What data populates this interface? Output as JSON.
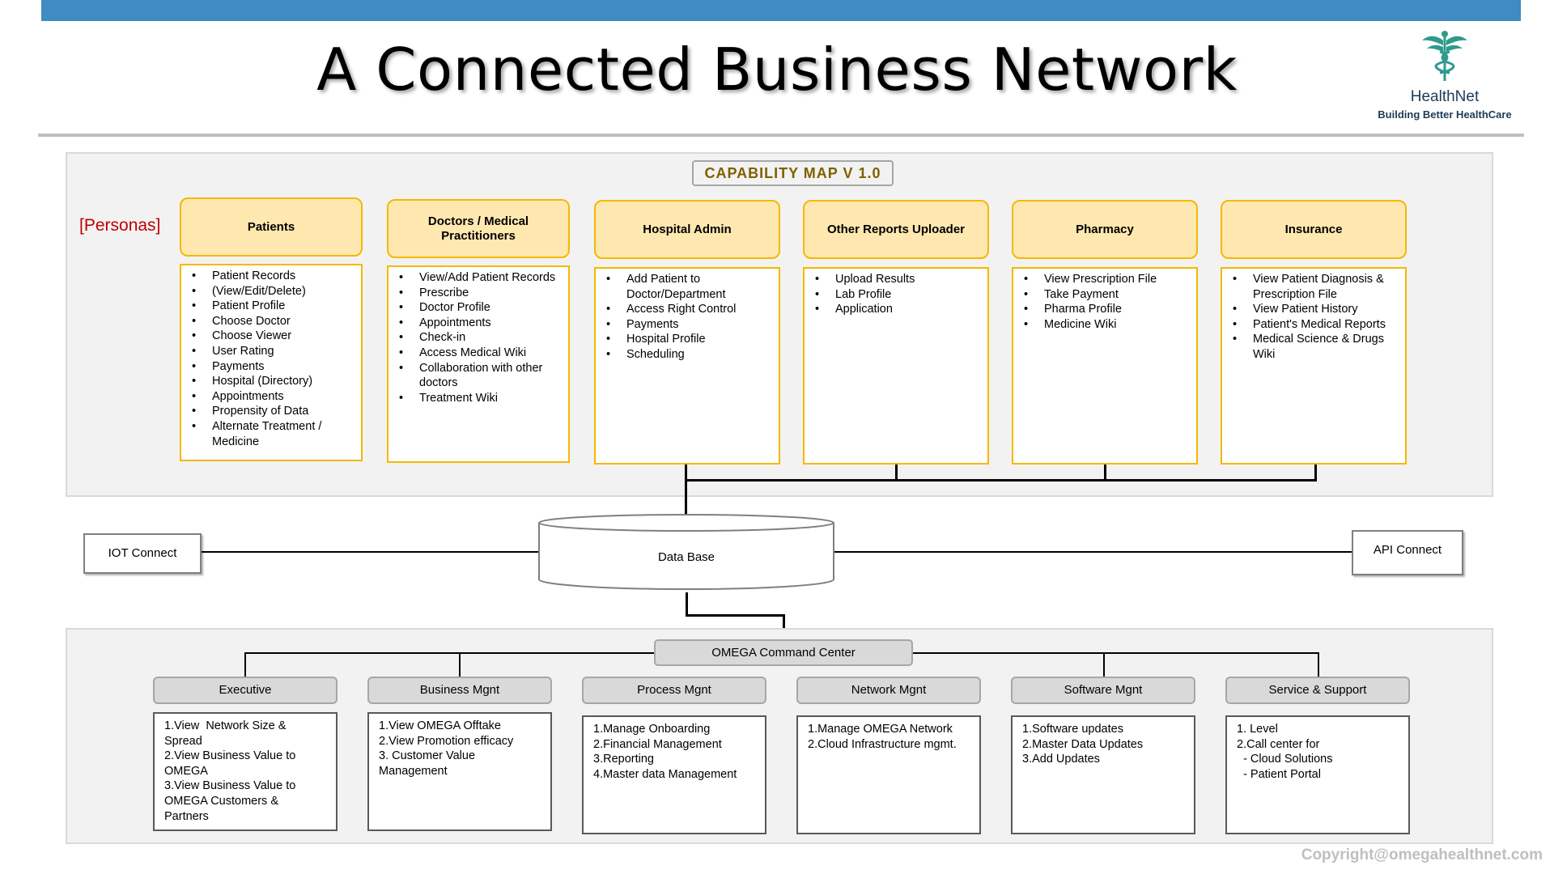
{
  "title": "A Connected Business Network",
  "logo": {
    "name": "HealthNet",
    "tagline": "Building Better HealthCare",
    "icon": "caduceus-icon",
    "color": "#2e9a8c"
  },
  "capability_map": "CAPABILITY MAP V 1.0",
  "personas_label": "[Personas]",
  "personas": [
    {
      "name": "Patients",
      "items": [
        "Patient Records",
        "(View/Edit/Delete)",
        "Patient Profile",
        "Choose Doctor",
        "Choose Viewer",
        "User Rating",
        "Payments",
        "Hospital (Directory)",
        "Appointments",
        "Propensity of Data",
        "Alternate Treatment / Medicine"
      ]
    },
    {
      "name": "Doctors / Medical Practitioners",
      "items": [
        "View/Add Patient Records",
        "Prescribe",
        "Doctor Profile",
        "Appointments",
        "Check-in",
        "Access Medical Wiki",
        "Collaboration with other doctors",
        "Treatment Wiki"
      ]
    },
    {
      "name": "Hospital Admin",
      "items": [
        "Add Patient to Doctor/Department",
        "Access Right Control",
        "Payments",
        "Hospital Profile",
        "Scheduling"
      ]
    },
    {
      "name": "Other Reports Uploader",
      "items": [
        "Upload Results",
        "Lab Profile",
        "Application"
      ]
    },
    {
      "name": "Pharmacy",
      "items": [
        "View Prescription File",
        "Take Payment",
        "Pharma Profile",
        "Medicine Wiki"
      ]
    },
    {
      "name": "Insurance",
      "items": [
        "View Patient Diagnosis & Prescription File",
        "View Patient History",
        "Patient's Medical Reports",
        "Medical Science & Drugs Wiki"
      ]
    }
  ],
  "iot_connect": "IOT Connect",
  "api_connect": "API Connect",
  "database": "Data Base",
  "command_center": "OMEGA Command Center",
  "modules": [
    {
      "name": "Executive",
      "text": "1.View  Network Size &\nSpread\n2.View Business Value to\nOMEGA\n3.View Business Value to\nOMEGA Customers &\nPartners"
    },
    {
      "name": "Business Mgnt",
      "text": "1.View OMEGA Offtake\n2.View Promotion efficacy\n3. Customer Value\nManagement"
    },
    {
      "name": "Process Mgnt",
      "text": "1.Manage Onboarding\n2.Financial Management\n3.Reporting\n4.Master data Management"
    },
    {
      "name": "Network Mgnt",
      "text": "1.Manage OMEGA Network\n2.Cloud Infrastructure mgmt."
    },
    {
      "name": "Software Mgnt",
      "text": "1.Software updates\n2.Master Data Updates\n3.Add Updates"
    },
    {
      "name": "Service & Support",
      "text": "1. Level\n2.Call center for\n  - Cloud Solutions\n  - Patient Portal"
    }
  ],
  "copyright": "Copyright@omegahealthnet.com"
}
